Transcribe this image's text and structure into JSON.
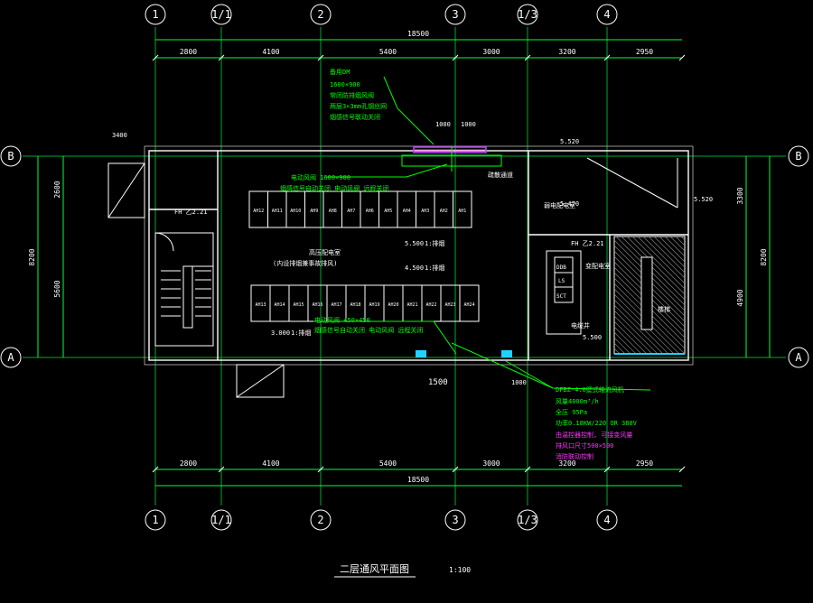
{
  "drawing": {
    "title": "二层通风平面图",
    "scale": "1:100"
  },
  "axes": {
    "columns": [
      "1",
      "1/1",
      "2",
      "3",
      "1/3",
      "4"
    ],
    "rows": [
      "B",
      "A"
    ]
  },
  "dimensions": {
    "overall": "18500",
    "spans": [
      "2800",
      "4100",
      "5400",
      "3000",
      "3200",
      "2950"
    ],
    "left_total": "8200",
    "left_parts": [
      "2600",
      "5600"
    ],
    "right_total": "8200",
    "right_parts": [
      "3300",
      "4900"
    ],
    "top_small": [
      "1000",
      "1000"
    ],
    "left_small": "3400",
    "bottom_small": [
      "1500",
      "1000"
    ]
  },
  "notes": {
    "exhaust_fan": [
      "备用DM",
      "1600×900",
      "常闭防排烟风阀",
      "两层3×3mm孔钢丝网",
      "烟感信号联动关闭"
    ],
    "duct_note": "电动风阀 1600×900",
    "duct_note2": "烟感信号自动关闭 电动风阀 远程关闭",
    "duct_note3": "电动风阀 450×450",
    "duct_note4": "烟感信号自动关闭 电动风阀 远程关闭",
    "room_center": "高压配电室",
    "room_center2": "(内设排烟兼事故排风)",
    "elev_1": "5.500",
    "elev_1_label": "1:排烟",
    "elev_2": "4.500",
    "elev_2_label": "1:排烟",
    "elev_3": "3.000",
    "elev_3_label": "1:排烟",
    "corridor": "疏散通道",
    "stair_label": "FH 乙2.21",
    "stair_label2": "FH 乙2.21",
    "room_right": "弱电配电室",
    "room_right2": "变配电室",
    "elev_r1": "5.520",
    "elev_r2": "5.470",
    "elev_r3": "5.500",
    "elev_r4": "5.520",
    "equip_right": "电缆井",
    "stairs_tag": "楼梯",
    "fan_spec": [
      "DFBZ-4.0壁式轴流风机",
      "风量4000m³/h",
      "全压 95Pa",
      "功率0.18KW/220 OR 380V",
      "由温控器控制, 可接变风量",
      "排风口尺寸500×500",
      "消防联动控制"
    ],
    "cabinets_top": [
      "AH12",
      "AH11",
      "AH10",
      "AH9",
      "AH8",
      "AH7",
      "AH6",
      "AH5",
      "AH4",
      "AH3",
      "AH2",
      "AH1"
    ],
    "cabinets_bottom": [
      "AH13",
      "AH14",
      "AH15",
      "AH16",
      "AH17",
      "AH18",
      "AH19",
      "AH20",
      "AH21",
      "AH22",
      "AH23",
      "AH24"
    ],
    "equip_boxes": [
      "DDB",
      "LS",
      "SCT"
    ]
  },
  "colors": {
    "grid": "#00ff3c",
    "wall": "#ffffff",
    "note_green": "#00ff00",
    "note_pink": "#ff33ff",
    "red": "#ff2a2a",
    "cyan": "#1fd3ff",
    "magenta": "#c040ff"
  }
}
